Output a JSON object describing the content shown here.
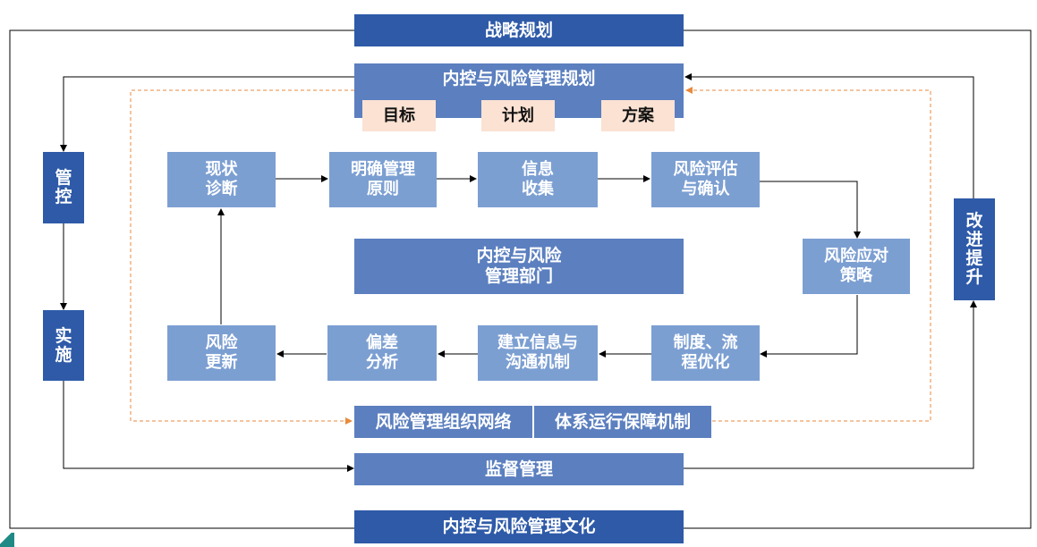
{
  "strategy": "战略规划",
  "planning": {
    "title": "内控与风险管理规划",
    "items": [
      "目标",
      "计划",
      "方案"
    ]
  },
  "left": [
    "管\n控",
    "实\n施"
  ],
  "right": "改\n进\n提\n升",
  "steps": [
    "现状\n诊断",
    "明确管理\n原则",
    "信息\n收集",
    "风险评估\n与确认",
    "风险应对\n策略",
    "制度、流\n程优化",
    "建立信息与\n沟通机制",
    "偏差\n分析",
    "风险\n更新"
  ],
  "center": "内控与风险\n管理部门",
  "bottom_row": [
    "风险管理组织网络",
    "体系运行保障机制"
  ],
  "supervision": "监督管理",
  "culture": "内控与风险管理文化",
  "colors": {
    "dark_blue": "#2e5aa8",
    "mid_blue": "#5b7fbf",
    "light_blue": "#7c9fd2",
    "peach": "#fbe2d3",
    "dashed_orange": "#e98a3c"
  }
}
